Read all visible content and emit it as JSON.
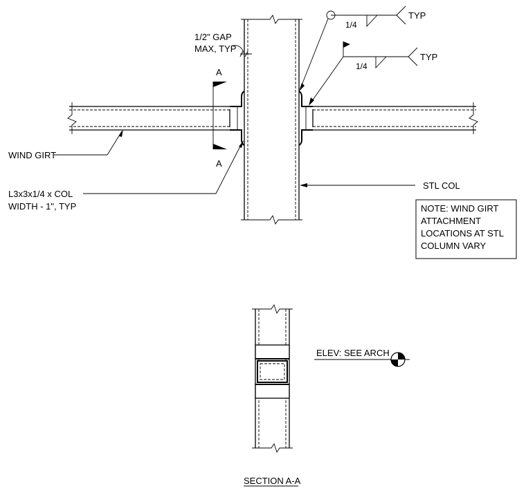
{
  "weld_symbols": [
    {
      "size": "1/4",
      "tail": "TYP"
    },
    {
      "size": "1/4",
      "tail": "TYP"
    }
  ],
  "labels": {
    "gap_line1": "1/2\" GAP",
    "gap_line2": "MAX, TYP",
    "section_mark": "A",
    "wind_girt": "WIND GIRT",
    "angle_line1": "L3x3x1/4 x COL",
    "angle_line2": "WIDTH - 1\", TYP",
    "stl_col": "STL COL",
    "elev": "ELEV: SEE ARCH",
    "section_title": "SECTION A-A"
  },
  "note": {
    "lines": [
      "NOTE: WIND GIRT",
      "ATTACHMENT",
      "LOCATIONS AT STL",
      "COLUMN VARY"
    ]
  }
}
